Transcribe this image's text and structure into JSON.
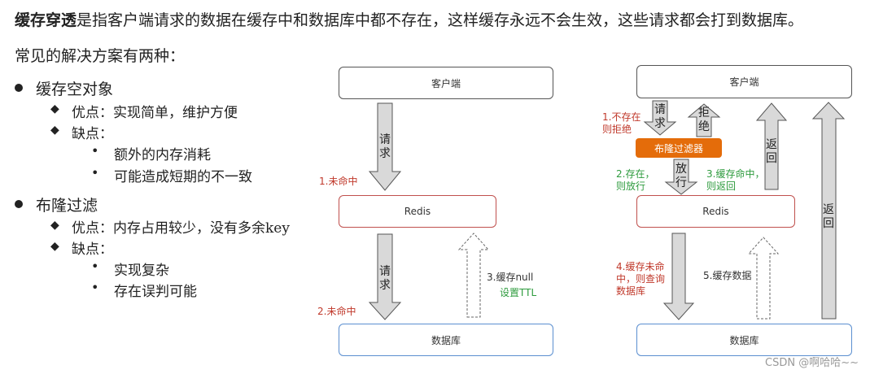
{
  "intro": {
    "term": "缓存穿透",
    "rest": "是指客户端请求的数据在缓存中和数据库中都不存在，这样缓存永远不会生效，这些请求都会打到数据库。"
  },
  "subtitle": "常见的解决方案有两种：",
  "solutions": [
    {
      "name": "缓存空对象",
      "pros_label": "优点：实现简单，维护方便",
      "cons_label": "缺点：",
      "cons": [
        "额外的内存消耗",
        "可能造成短期的不一致"
      ]
    },
    {
      "name": "布隆过滤",
      "pros_label": "优点：内存占用较少，没有多余key",
      "cons_label": "缺点：",
      "cons": [
        "实现复杂",
        "存在误判可能"
      ]
    }
  ],
  "diagram_left": {
    "client": "客户端",
    "redis": "Redis",
    "db": "数据库",
    "arrow_request_1": "请求",
    "arrow_request_2": "请求",
    "miss_1": "1.未命中",
    "miss_2": "2.未命中",
    "cache_null": "3.缓存null",
    "set_ttl": "设置TTL"
  },
  "diagram_right": {
    "client": "客户端",
    "bloom": "布隆过滤器",
    "redis": "Redis",
    "db": "数据库",
    "arrow_request": "请求",
    "arrow_reject": "拒绝",
    "arrow_return_1": "返回",
    "arrow_return_2": "返回",
    "arrow_pass": "放行",
    "not_exist": "1.不存在\n则拒绝",
    "exist": "2.存在，\n则放行",
    "cache_hit": "3.缓存命中，\n则返回",
    "cache_miss": "4.缓存未命\n中，则查询\n数据库",
    "cache_data": "5.缓存数据"
  },
  "colors": {
    "bloom_fill": "#e46c0a",
    "redis_border": "#c0504d",
    "db_border": "#5b8fd0",
    "red_text": "#c0392b",
    "green_text": "#2e9b3e",
    "arrow_fill": "#d9d9d9"
  },
  "watermark": "CSDN @啊哈哈~~"
}
